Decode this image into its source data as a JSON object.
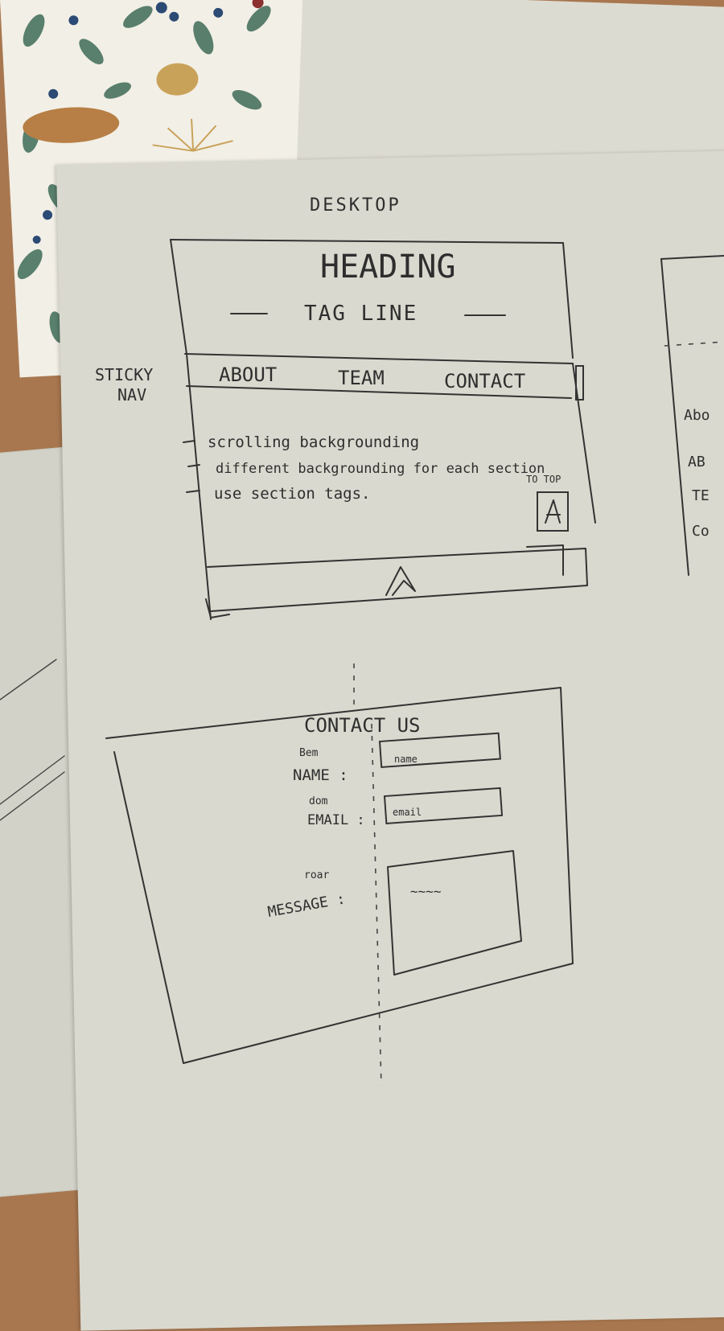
{
  "page_title": "DESKTOP",
  "wireframe": {
    "heading": "HEADING",
    "tagline": "TAG LINE",
    "side_label_line1": "STICKY",
    "side_label_line2": "NAV",
    "nav_items": [
      "ABOUT",
      "TEAM",
      "CONTACT"
    ],
    "notes": [
      "scrolling backgrounding",
      "different backgrounding for each section",
      "use section tags."
    ],
    "to_top_label": "TO TOP"
  },
  "contact": {
    "title": "CONTACT US",
    "fields": [
      {
        "small": "Bem",
        "label": "NAME :",
        "value": "name"
      },
      {
        "small": "dom",
        "label": "EMAIL :",
        "value": "email"
      },
      {
        "small": "roar",
        "label": "MESSAGE :",
        "value": "~~~~"
      }
    ]
  },
  "right_sheet_fragments": [
    "Abo",
    "AB",
    "TE",
    "Co"
  ],
  "colors": {
    "desk": "#a8774f",
    "paper": "#d9d9cf",
    "pencil": "#333333",
    "leaf": "#3f6b57",
    "berry": "#2b4a74",
    "nut": "#c9a25a"
  }
}
